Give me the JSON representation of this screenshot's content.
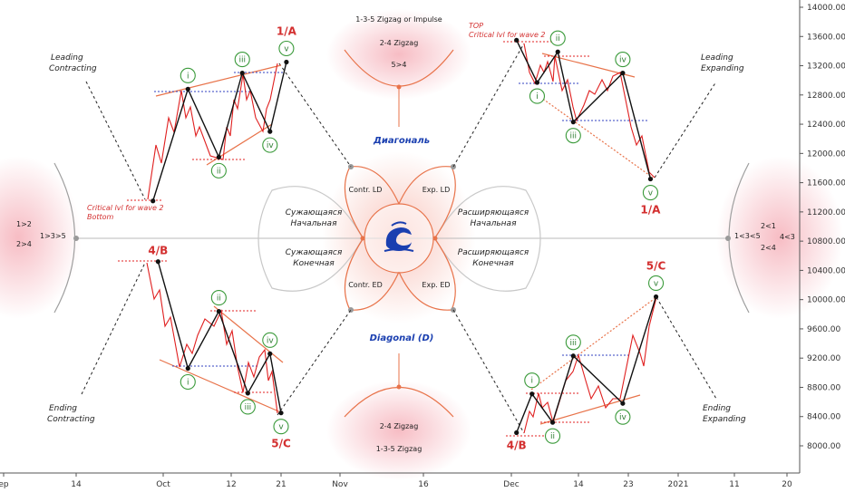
{
  "chart_data": {
    "type": "line",
    "title": "",
    "y_axis": {
      "side": "right",
      "range": [
        7800,
        14200
      ],
      "ticks": [
        "14000.00",
        "13600.00",
        "13200.00",
        "12800.00",
        "12400.00",
        "12000.00",
        "11600.00",
        "11200.00",
        "10800.00",
        "10400.00",
        "10000.00",
        "9600.00",
        "9200.00",
        "8800.00",
        "8400.00",
        "8000.00"
      ]
    },
    "x_axis": {
      "ticks": [
        "ep",
        "14",
        "Oct",
        "12",
        "21",
        "Nov",
        "16",
        "Dec",
        "14",
        "23",
        "2021",
        "11",
        "20"
      ]
    },
    "colors": {
      "primary": "#111111",
      "secondary": "#e02020",
      "accent": "#3a9a3a",
      "guide": "#e8734a",
      "dotted_level": "#3040c0"
    },
    "annotations": {
      "top_center": [
        "1-3-5 Zigzag or Impulse",
        "2-4 Zigzag",
        "5>4"
      ],
      "bottom_center": [
        "2-4  Zigzag",
        "1-3-5  Zigzag"
      ],
      "diagonal_ru": "Диагональ",
      "diagonal_en": "Diagonal (D)",
      "leading_contracting": [
        "Leading",
        "Contracting"
      ],
      "leading_expanding": [
        "Leading",
        "Expanding"
      ],
      "ending_contracting": [
        "Ending",
        "Contracting"
      ],
      "ending_expanding": [
        "Ending",
        "Expanding"
      ],
      "critical_bottom": [
        "Critical lvl for wave 2",
        "Bottom"
      ],
      "critical_top": [
        "TOP",
        "Critical lvl for wave 2"
      ],
      "contr_ld": "Contr. LD",
      "exp_ld": "Exp. LD",
      "contr_ed": "Contr. ED",
      "exp_ed": "Exp. ED",
      "left_upper": [
        "Сужающаяся",
        "Начальная"
      ],
      "left_lower": [
        "Сужающаяся",
        "Конечная"
      ],
      "right_upper": [
        "Расширяющаяся",
        "Начальная"
      ],
      "right_lower": [
        "Расширяющаяся",
        "Конечная"
      ],
      "far_left": [
        "1>2",
        "2>4",
        "1>3>5"
      ],
      "far_right": [
        "1<3<5",
        "2<1",
        "2<4",
        "4<3"
      ]
    },
    "series": [
      {
        "group": "Leading Contracting",
        "points": [
          {
            "date": "Sep 29",
            "price": 11350,
            "label": ""
          },
          {
            "date": "Oct 5",
            "price": 12880,
            "label": "i"
          },
          {
            "date": "Oct 10",
            "price": 11950,
            "label": "ii"
          },
          {
            "date": "Oct 14",
            "price": 13100,
            "label": "iii"
          },
          {
            "date": "Oct 19",
            "price": 12300,
            "label": "iv"
          },
          {
            "date": "Oct 22",
            "price": 13250,
            "label": "v",
            "wave": "1/A"
          }
        ]
      },
      {
        "group": "Leading Expanding",
        "points": [
          {
            "date": "Dec 2",
            "price": 13550,
            "label": ""
          },
          {
            "date": "Dec 6",
            "price": 12970,
            "label": "i"
          },
          {
            "date": "Dec 10",
            "price": 13390,
            "label": "ii"
          },
          {
            "date": "Dec 13",
            "price": 12430,
            "label": "iii"
          },
          {
            "date": "Dec 22",
            "price": 13100,
            "label": "iv"
          },
          {
            "date": "Dec 27",
            "price": 11650,
            "label": "v",
            "wave": "1/A"
          }
        ]
      },
      {
        "group": "Ending Contracting",
        "points": [
          {
            "date": "Sep 30",
            "price": 10520,
            "label": "",
            "wave": "4/B"
          },
          {
            "date": "Oct 5",
            "price": 9060,
            "label": "i"
          },
          {
            "date": "Oct 10",
            "price": 9840,
            "label": "ii"
          },
          {
            "date": "Oct 15",
            "price": 8720,
            "label": "iii"
          },
          {
            "date": "Oct 19",
            "price": 9260,
            "label": "iv"
          },
          {
            "date": "Oct 21",
            "price": 8450,
            "label": "v",
            "wave": "5/C"
          }
        ]
      },
      {
        "group": "Ending Expanding",
        "points": [
          {
            "date": "Dec 2",
            "price": 8180,
            "label": "",
            "wave": "4/B"
          },
          {
            "date": "Dec 5",
            "price": 8710,
            "label": "i"
          },
          {
            "date": "Dec 9",
            "price": 8320,
            "label": "ii"
          },
          {
            "date": "Dec 13",
            "price": 9230,
            "label": "iii"
          },
          {
            "date": "Dec 22",
            "price": 8580,
            "label": "iv"
          },
          {
            "date": "Dec 28",
            "price": 10040,
            "label": "v",
            "wave": "5/C"
          }
        ]
      }
    ]
  }
}
